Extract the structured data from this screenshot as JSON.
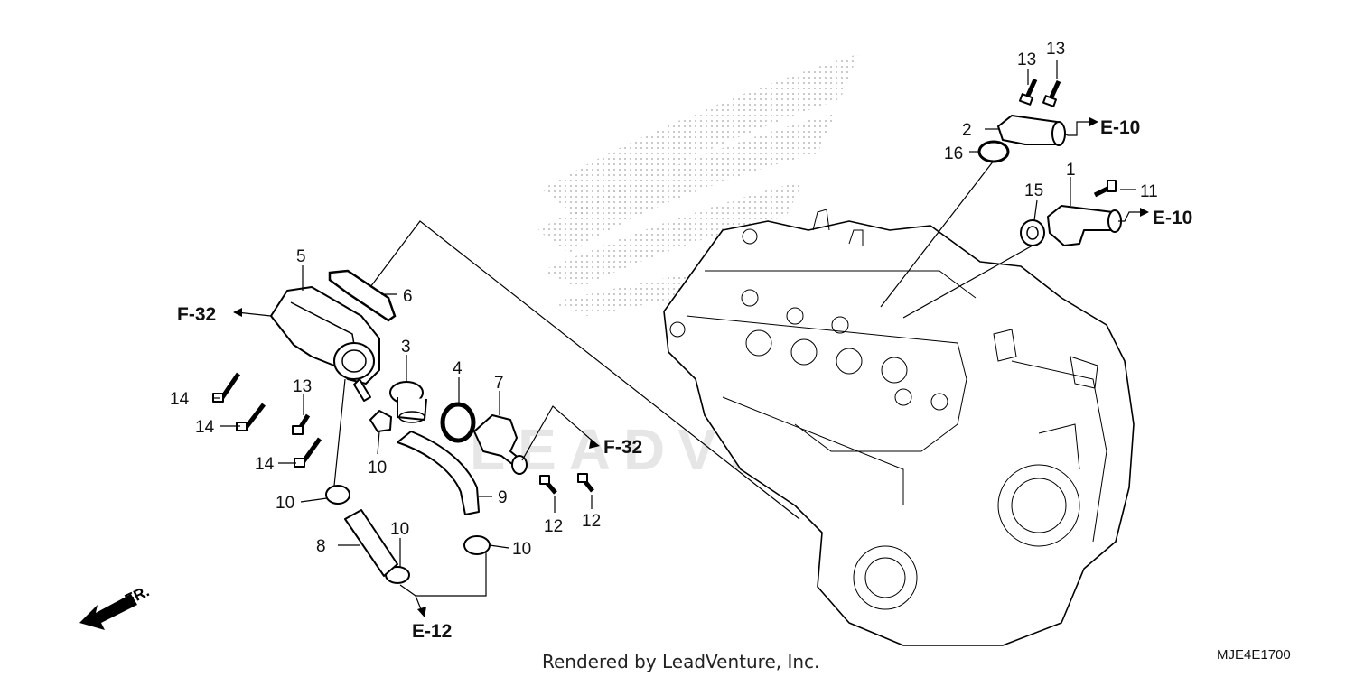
{
  "callouts": {
    "c1": "1",
    "c2": "2",
    "c3": "3",
    "c4": "4",
    "c5": "5",
    "c6": "6",
    "c7": "7",
    "c8": "8",
    "c9": "9",
    "c10a": "10",
    "c10b": "10",
    "c10c": "10",
    "c10d": "10",
    "c11": "11",
    "c12a": "12",
    "c12b": "12",
    "c13a": "13",
    "c13b": "13",
    "c13c": "13",
    "c14a": "14",
    "c14b": "14",
    "c14c": "14",
    "c15": "15",
    "c16": "16"
  },
  "references": {
    "e10_upper": "E-10",
    "e10_lower": "E-10",
    "f32_left": "F-32",
    "f32_right": "F-32",
    "e12": "E-12"
  },
  "front_arrow_label": "FR.",
  "credit": "Rendered by LeadVenture, Inc.",
  "diagram_code": "MJE4E1700",
  "watermark_text": "LEADVENTURE"
}
